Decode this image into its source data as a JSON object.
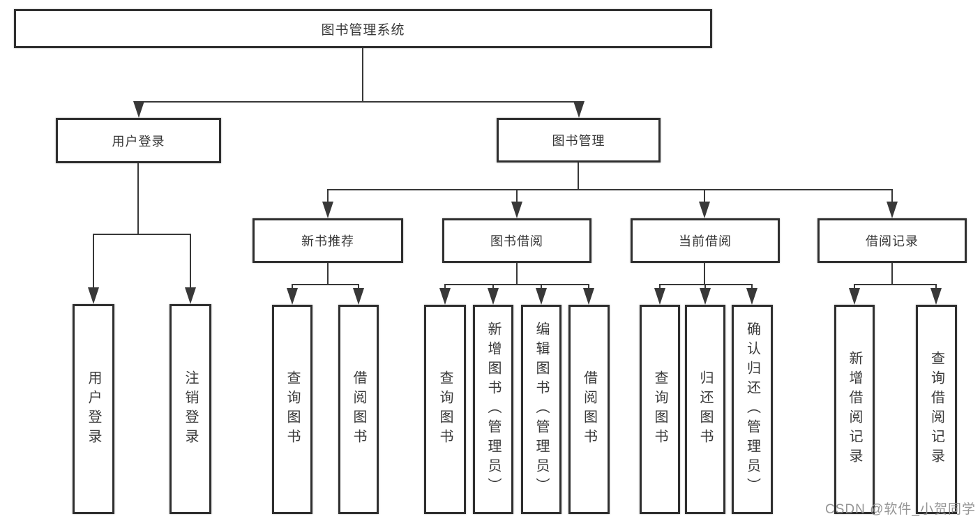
{
  "tree": {
    "root": "图书管理系统",
    "user_login": {
      "label": "用户登录",
      "children": [
        "用户登录",
        "注销登录"
      ]
    },
    "book_management": {
      "label": "图书管理",
      "sections": {
        "new_book": {
          "label": "新书推荐",
          "children": [
            "查询图书",
            "借阅图书"
          ]
        },
        "borrow": {
          "label": "图书借阅",
          "children": [
            "查询图书",
            "新增图书（管理员）",
            "编辑图书（管理员）",
            "借阅图书"
          ]
        },
        "current": {
          "label": "当前借阅",
          "children": [
            "查询图书",
            "归还图书",
            "确认归还（管理员）"
          ]
        },
        "records": {
          "label": "借阅记录",
          "children": [
            "新增借阅记录",
            "查询借阅记录"
          ]
        }
      }
    }
  },
  "watermark": "CSDN @软件_小贺同学",
  "colors": {
    "line": "#383838",
    "box_border": "#2f2f2f",
    "box_bg": "#ffffff",
    "text": "#363636",
    "watermark": "#8c8c8c"
  }
}
